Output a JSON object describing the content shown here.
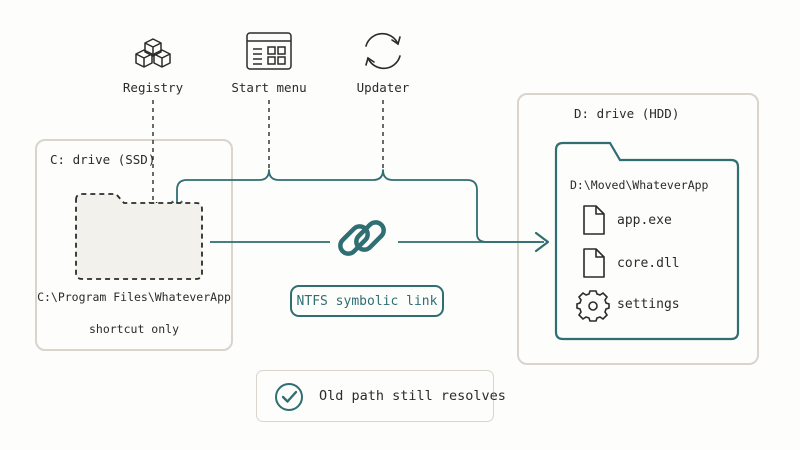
{
  "sources": [
    {
      "label": "Registry",
      "icon": "cubes-icon"
    },
    {
      "label": "Start menu",
      "icon": "start-menu-window-icon"
    },
    {
      "label": "Updater",
      "icon": "refresh-arrows-icon"
    }
  ],
  "c_drive": {
    "title": "C: drive (SSD)",
    "folder_path": "C:\\Program Files\\WhateverApp",
    "note": "shortcut only"
  },
  "d_drive": {
    "title": "D: drive (HDD)",
    "folder_path": "D:\\Moved\\WhateverApp",
    "files": [
      {
        "name": "app.exe",
        "icon": "file-icon"
      },
      {
        "name": "core.dll",
        "icon": "file-icon"
      },
      {
        "name": "settings",
        "icon": "gear-icon"
      }
    ]
  },
  "link": {
    "label": "NTFS symbolic link",
    "icon": "chain-link-icon"
  },
  "status": {
    "label": "Old path still resolves",
    "icon": "check-circle-icon"
  },
  "colors": {
    "teal": "#2f6e72",
    "dark": "#2b2b2b",
    "box_border": "#d9d4cc",
    "folder_fill": "#f3f1ec",
    "background": "#fdfdfb"
  }
}
